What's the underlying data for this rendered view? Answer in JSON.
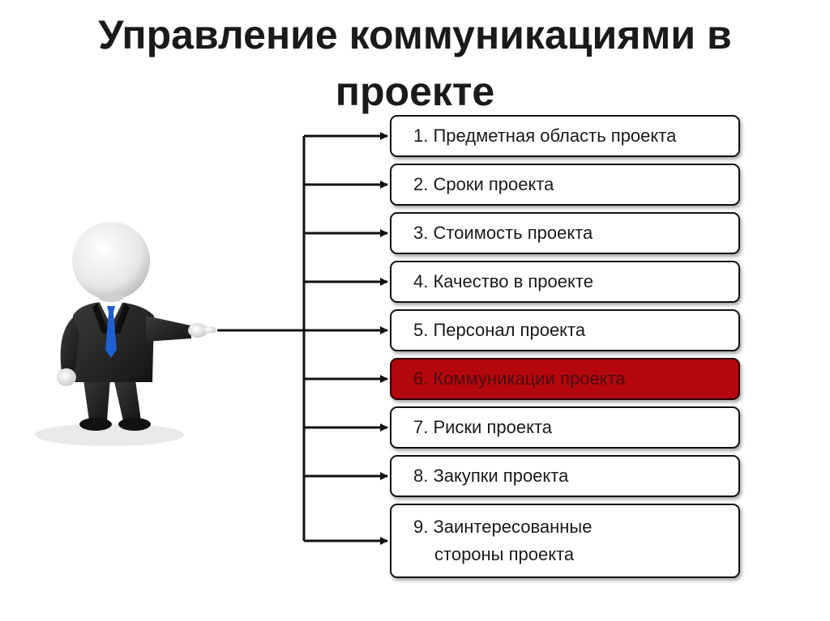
{
  "title": {
    "line1": "Управление коммуникациями в",
    "line2": "проекте"
  },
  "items": [
    {
      "label": "1. Предметная область проекта"
    },
    {
      "label": "2. Сроки проекта"
    },
    {
      "label": "3. Стоимость проекта"
    },
    {
      "label": "4. Качество в проекте"
    },
    {
      "label": "5. Персонал проекта"
    },
    {
      "label": "6. Коммуникации проекта",
      "highlighted": true
    },
    {
      "label": "7. Риски проекта"
    },
    {
      "label": "8. Закупки проекта"
    },
    {
      "label_line1": "9. Заинтересованные",
      "label_line2": "стороны проекта"
    }
  ],
  "colors": {
    "highlight": "#b3070d",
    "tie": "#1f5fd0",
    "suit": "#2b2b2b"
  },
  "icons": {
    "figure": "businessman-pointing-icon"
  }
}
